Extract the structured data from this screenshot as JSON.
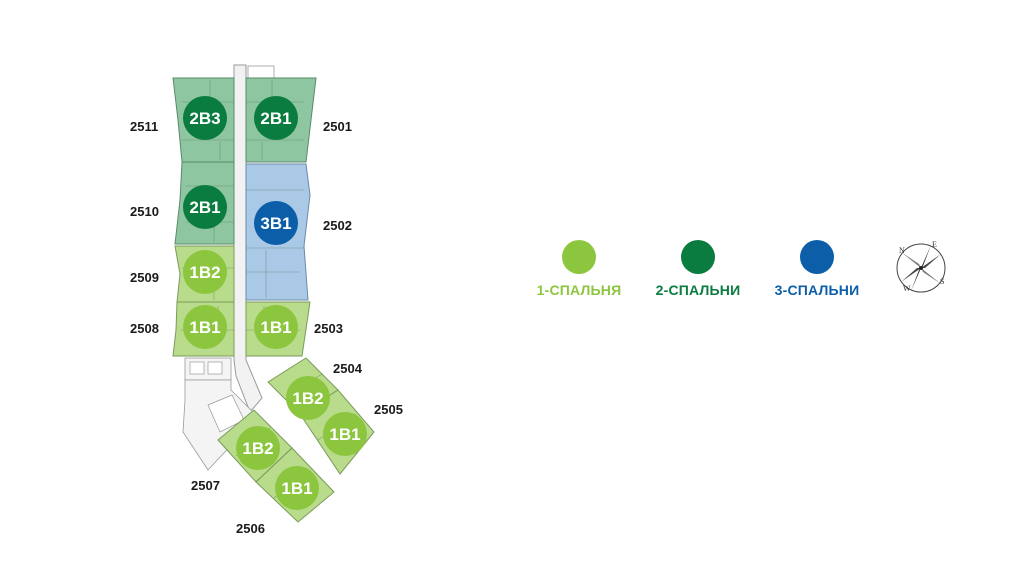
{
  "units": [
    {
      "number": "2511",
      "type": "2B3",
      "category": "two"
    },
    {
      "number": "2501",
      "type": "2B1",
      "category": "two"
    },
    {
      "number": "2510",
      "type": "2B1",
      "category": "two"
    },
    {
      "number": "2502",
      "type": "3B1",
      "category": "three"
    },
    {
      "number": "2509",
      "type": "1B2",
      "category": "one"
    },
    {
      "number": "2508",
      "type": "1B1",
      "category": "one"
    },
    {
      "number": "2503",
      "type": "1B1",
      "category": "one"
    },
    {
      "number": "2504",
      "type": "1B2",
      "category": "one"
    },
    {
      "number": "2505",
      "type": "1B1",
      "category": "one"
    },
    {
      "number": "2507",
      "type": "1B2",
      "category": "one"
    },
    {
      "number": "2506",
      "type": "1B1",
      "category": "one"
    }
  ],
  "legend": [
    {
      "label": "1-СПАЛЬНЯ",
      "color": "#8cc63f"
    },
    {
      "label": "2-СПАЛЬНИ",
      "color": "#0a7c3f"
    },
    {
      "label": "3-СПАЛЬНИ",
      "color": "#0c5ea8"
    }
  ],
  "colors": {
    "one_badge": "#8cc63f",
    "two_badge": "#0a7c3f",
    "three_badge": "#0c5ea8",
    "one_fill": "#b9dc8c",
    "two_fill": "#8fc6a2",
    "three_fill": "#a9c9e6"
  },
  "compass": {
    "n": "N",
    "e": "E",
    "s": "S",
    "w": "W"
  }
}
